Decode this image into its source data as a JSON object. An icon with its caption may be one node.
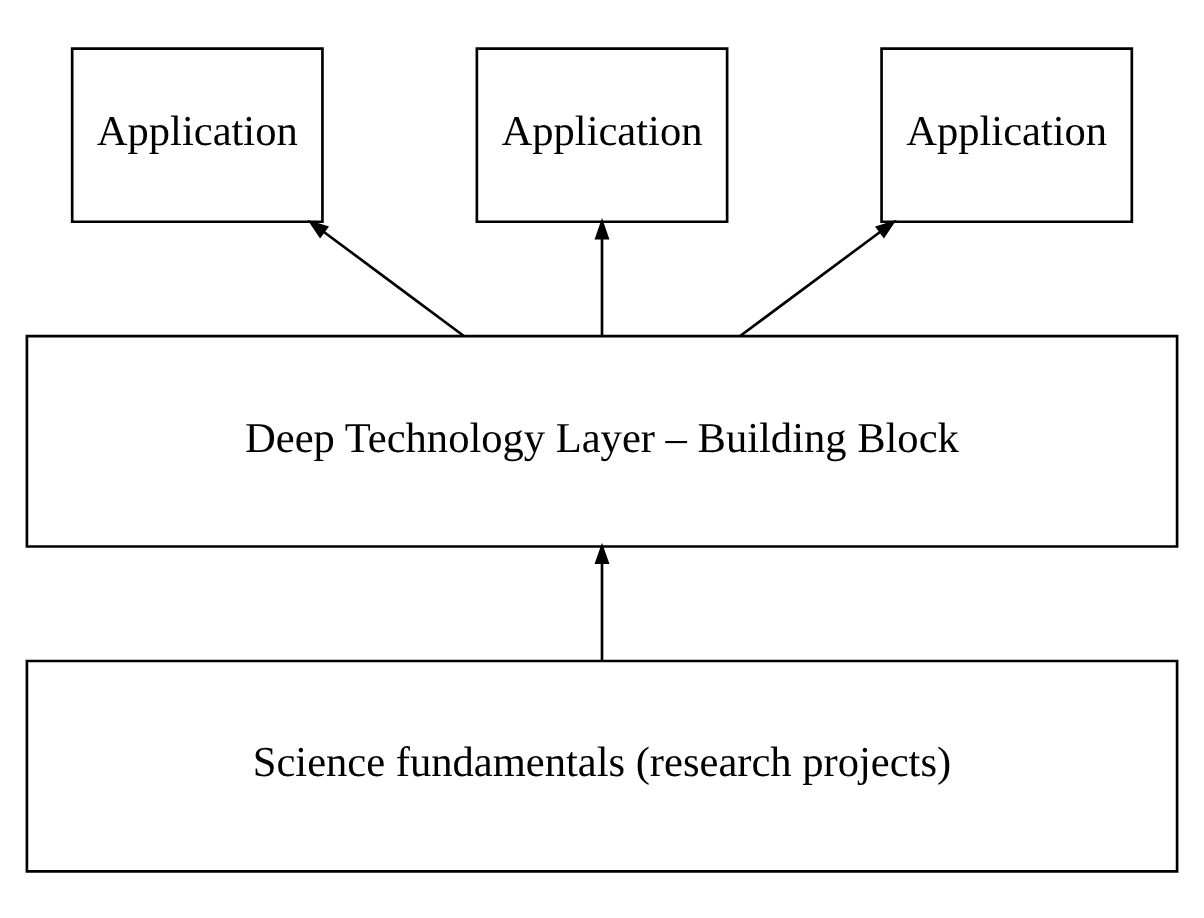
{
  "diagram": {
    "nodes": [
      {
        "text": [
          "Application"
        ]
      },
      {
        "text": [
          "Application"
        ]
      },
      {
        "text": [
          "Application"
        ]
      },
      {
        "text": [
          "Deep Technology Layer – Building Block"
        ]
      },
      {
        "text": [
          "Science fundamentals (research projects)"
        ]
      }
    ],
    "edges": [
      {
        "from": 3,
        "to": 0,
        "arrow": "to"
      },
      {
        "from": 3,
        "to": 1,
        "arrow": "to"
      },
      {
        "from": 3,
        "to": 2,
        "arrow": "to"
      },
      {
        "from": 4,
        "to": 3,
        "arrow": "to"
      }
    ]
  }
}
